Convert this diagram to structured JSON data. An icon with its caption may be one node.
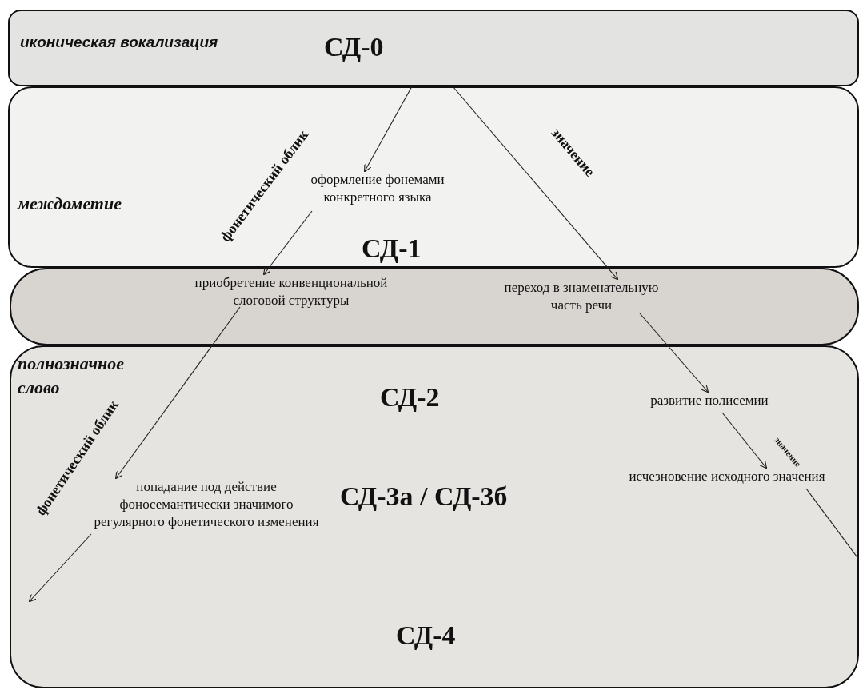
{
  "diagram": {
    "nodes": [
      {
        "text": [
          "иконическая вокализация",
          "СД-0"
        ]
      },
      {
        "text": [
          "междометие",
          "СД-1"
        ]
      },
      {
        "text": [
          "полнозначное слово",
          "СД-2",
          "СД-3а / СД-3б",
          "СД-4"
        ]
      },
      {
        "text": [],
        "shape": "box"
      },
      {
        "text": [
          "оформление фонемами конкретного языка"
        ],
        "in": 1
      },
      {
        "text": [
          "приобретение конвенциональной слоговой структуры"
        ],
        "in": 3
      },
      {
        "text": [
          "переход в знаменательную часть речи"
        ],
        "in": 3
      },
      {
        "text": [
          "развитие полисемии"
        ],
        "in": 2
      },
      {
        "text": [
          "попадание под действие фоносемантически значимого регулярного фонетического изменения"
        ],
        "in": 2
      },
      {
        "text": [
          "исчезновение исходного значения"
        ],
        "in": 2
      }
    ],
    "edges": [
      {
        "from": 0,
        "to": 4,
        "arrow": "to"
      },
      {
        "from": 4,
        "to": 5,
        "arrow": "to",
        "label": "фонетический облик"
      },
      {
        "from": 0,
        "to": 6,
        "arrow": "to",
        "label": "значение"
      },
      {
        "from": 5,
        "to": 8,
        "arrow": "to",
        "label": "фонетический облик"
      },
      {
        "from": 6,
        "to": 7,
        "arrow": "to"
      },
      {
        "from": 7,
        "to": 9,
        "arrow": "to",
        "label": "значение"
      },
      {
        "from": 8,
        "to": null,
        "arrow": "to"
      },
      {
        "from": 9,
        "to": null,
        "arrow": "none"
      }
    ]
  }
}
